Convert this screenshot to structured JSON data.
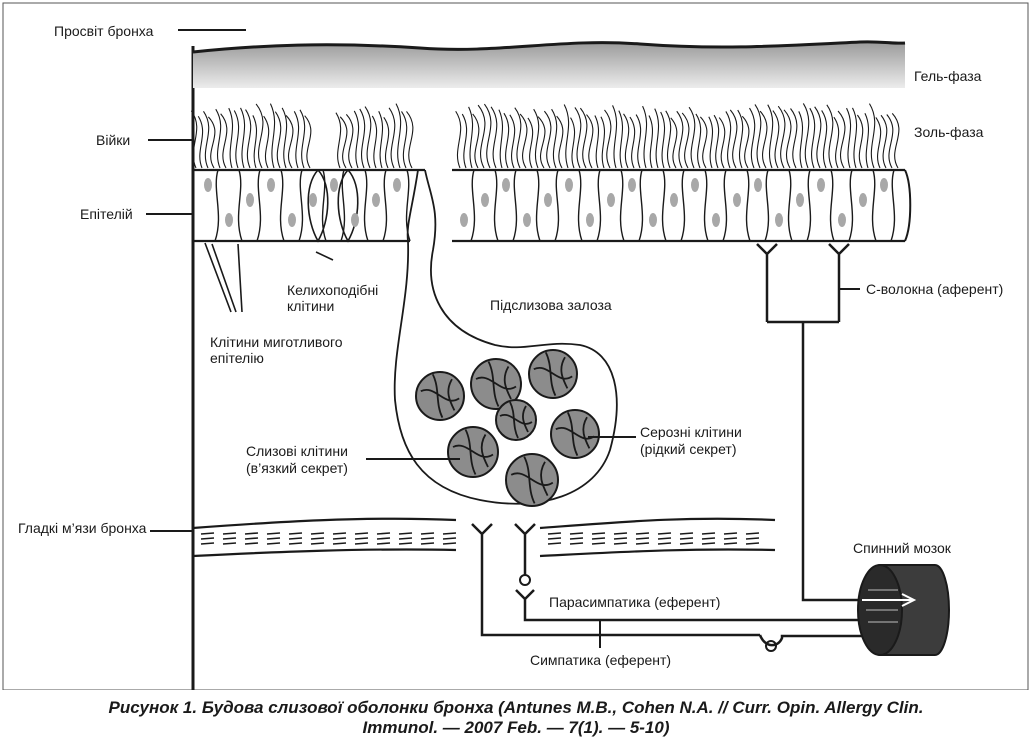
{
  "labels": {
    "lumen": "Просвіт бронха",
    "gel": "Гель-фаза",
    "cilia": "Війки",
    "sol": "Золь-фаза",
    "epithelium": "Епітелій",
    "goblet_1": "Келихоподібні",
    "goblet_2": "клітини",
    "ciliated_1": "Клітини миготливого",
    "ciliated_2": "епітелію",
    "gland": "Підслизова залоза",
    "c_fibers": "С-волокна (аферент)",
    "serous_1": "Серозні клітини",
    "serous_2": "(рідкий секрет)",
    "mucous_1": "Слизові клітини",
    "mucous_2": "(в’язкий секрет)",
    "smooth_muscle": "Гладкі м’язи бронха",
    "spinal_cord": "Спинний мозок",
    "parasympathetic": "Парасимпатика (еферент)",
    "sympathetic": "Симпатика (еферент)"
  },
  "caption": {
    "line1": "Рисунок 1. Будова слизової оболонки бронха (Antunes M.B., Cohen N.A. // Curr. Opin. Allergy Clin.",
    "line2": "Immunol. — 2007 Feb. — 7(1). — 5-10)"
  },
  "colors": {
    "stroke": "#1a1a1a",
    "gel_top": "#9a9a9a",
    "gel_bottom": "#e6e6e6",
    "nucleus": "#a8a8a8",
    "acinus": "#8c8c8c",
    "spinal_fill": "#3a3a3a"
  }
}
